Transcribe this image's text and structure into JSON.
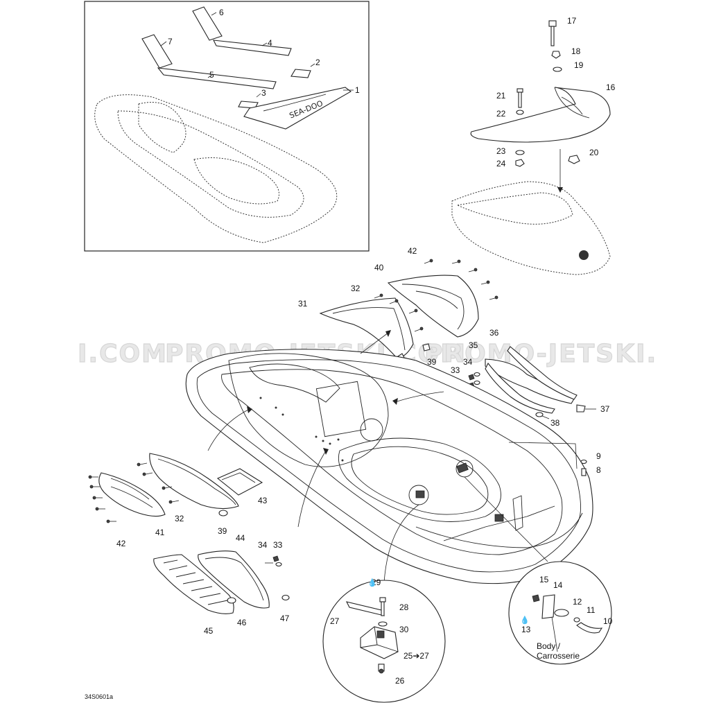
{
  "watermark": {
    "left": "I.COM",
    "middle": "PROMO-JETSKI.COM",
    "right": "PROMO-JETSKI."
  },
  "footer": {
    "code": "34S0601a"
  },
  "body_label": {
    "line1": "Body /",
    "line2": "Carrosserie"
  },
  "callouts": [
    {
      "id": "c6",
      "text": "6"
    },
    {
      "id": "c7",
      "text": "7"
    },
    {
      "id": "c4",
      "text": "4"
    },
    {
      "id": "c2",
      "text": "2"
    },
    {
      "id": "c5",
      "text": "5"
    },
    {
      "id": "c3",
      "text": "3"
    },
    {
      "id": "c1",
      "text": "1"
    },
    {
      "id": "c17",
      "text": "17"
    },
    {
      "id": "c18",
      "text": "18"
    },
    {
      "id": "c19",
      "text": "19"
    },
    {
      "id": "c16",
      "text": "16"
    },
    {
      "id": "c21",
      "text": "21"
    },
    {
      "id": "c22",
      "text": "22"
    },
    {
      "id": "c23",
      "text": "23"
    },
    {
      "id": "c24",
      "text": "24"
    },
    {
      "id": "c20",
      "text": "20"
    },
    {
      "id": "c42a",
      "text": "42"
    },
    {
      "id": "c40",
      "text": "40"
    },
    {
      "id": "c32a",
      "text": "32"
    },
    {
      "id": "c31",
      "text": "31"
    },
    {
      "id": "c36",
      "text": "36"
    },
    {
      "id": "c35",
      "text": "35"
    },
    {
      "id": "c39a",
      "text": "39"
    },
    {
      "id": "c33a",
      "text": "33"
    },
    {
      "id": "c34a",
      "text": "34"
    },
    {
      "id": "c37",
      "text": "37"
    },
    {
      "id": "c38",
      "text": "38"
    },
    {
      "id": "c9",
      "text": "9"
    },
    {
      "id": "c8",
      "text": "8"
    },
    {
      "id": "c43",
      "text": "43"
    },
    {
      "id": "c32b",
      "text": "32"
    },
    {
      "id": "c41",
      "text": "41"
    },
    {
      "id": "c42b",
      "text": "42"
    },
    {
      "id": "c39b",
      "text": "39"
    },
    {
      "id": "c44",
      "text": "44"
    },
    {
      "id": "c34b",
      "text": "34"
    },
    {
      "id": "c33b",
      "text": "33"
    },
    {
      "id": "c45",
      "text": "45"
    },
    {
      "id": "c46",
      "text": "46"
    },
    {
      "id": "c47",
      "text": "47"
    },
    {
      "id": "c29",
      "text": "29"
    },
    {
      "id": "c28",
      "text": "28"
    },
    {
      "id": "c27",
      "text": "27"
    },
    {
      "id": "c30",
      "text": "30"
    },
    {
      "id": "c25",
      "text": "25➔27"
    },
    {
      "id": "c26",
      "text": "26"
    },
    {
      "id": "c15",
      "text": "15"
    },
    {
      "id": "c14",
      "text": "14"
    },
    {
      "id": "c12",
      "text": "12"
    },
    {
      "id": "c11",
      "text": "11"
    },
    {
      "id": "c10",
      "text": "10"
    },
    {
      "id": "c13",
      "text": "13"
    }
  ]
}
